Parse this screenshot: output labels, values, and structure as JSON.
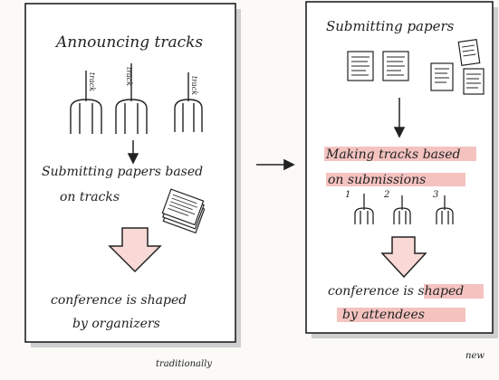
{
  "left_panel": {
    "title": "Announcing tracks",
    "track_labels": [
      "track",
      "track",
      "track"
    ],
    "step2_line1": "Submitting papers based",
    "step2_line2": "on tracks",
    "result_line1": "conference is   shaped",
    "result_line2": "by organizers",
    "footer": "traditionally"
  },
  "right_panel": {
    "title": "Submitting papers",
    "step2_line1": "Making tracks based",
    "step2_line2": "on submissions",
    "track_numbers": [
      "1",
      "2",
      "3"
    ],
    "result_line1": "conference is   shaped",
    "result_line2": "by   attendees",
    "footer": "new"
  },
  "colors": {
    "ink": "#222222",
    "highlight": "#f2b8b5",
    "arrow_fill": "#f9d9d6",
    "panel_shadow": "#c9c9c9",
    "background": "#fbfaf7"
  }
}
